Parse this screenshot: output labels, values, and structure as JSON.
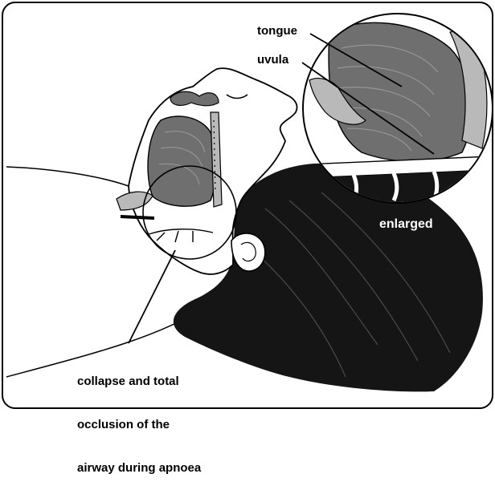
{
  "labels": {
    "tongue": "tongue",
    "uvula": "uvula",
    "enlarged": "enlarged",
    "collapse_lines": [
      "collapse and total",
      "occlusion of the",
      "airway during apnoea"
    ]
  },
  "colors": {
    "background": "#ffffff",
    "outline": "#000000",
    "hair": "#151515",
    "tissue_gray": "#6f6f6f",
    "light_gray": "#b9b9b9"
  }
}
